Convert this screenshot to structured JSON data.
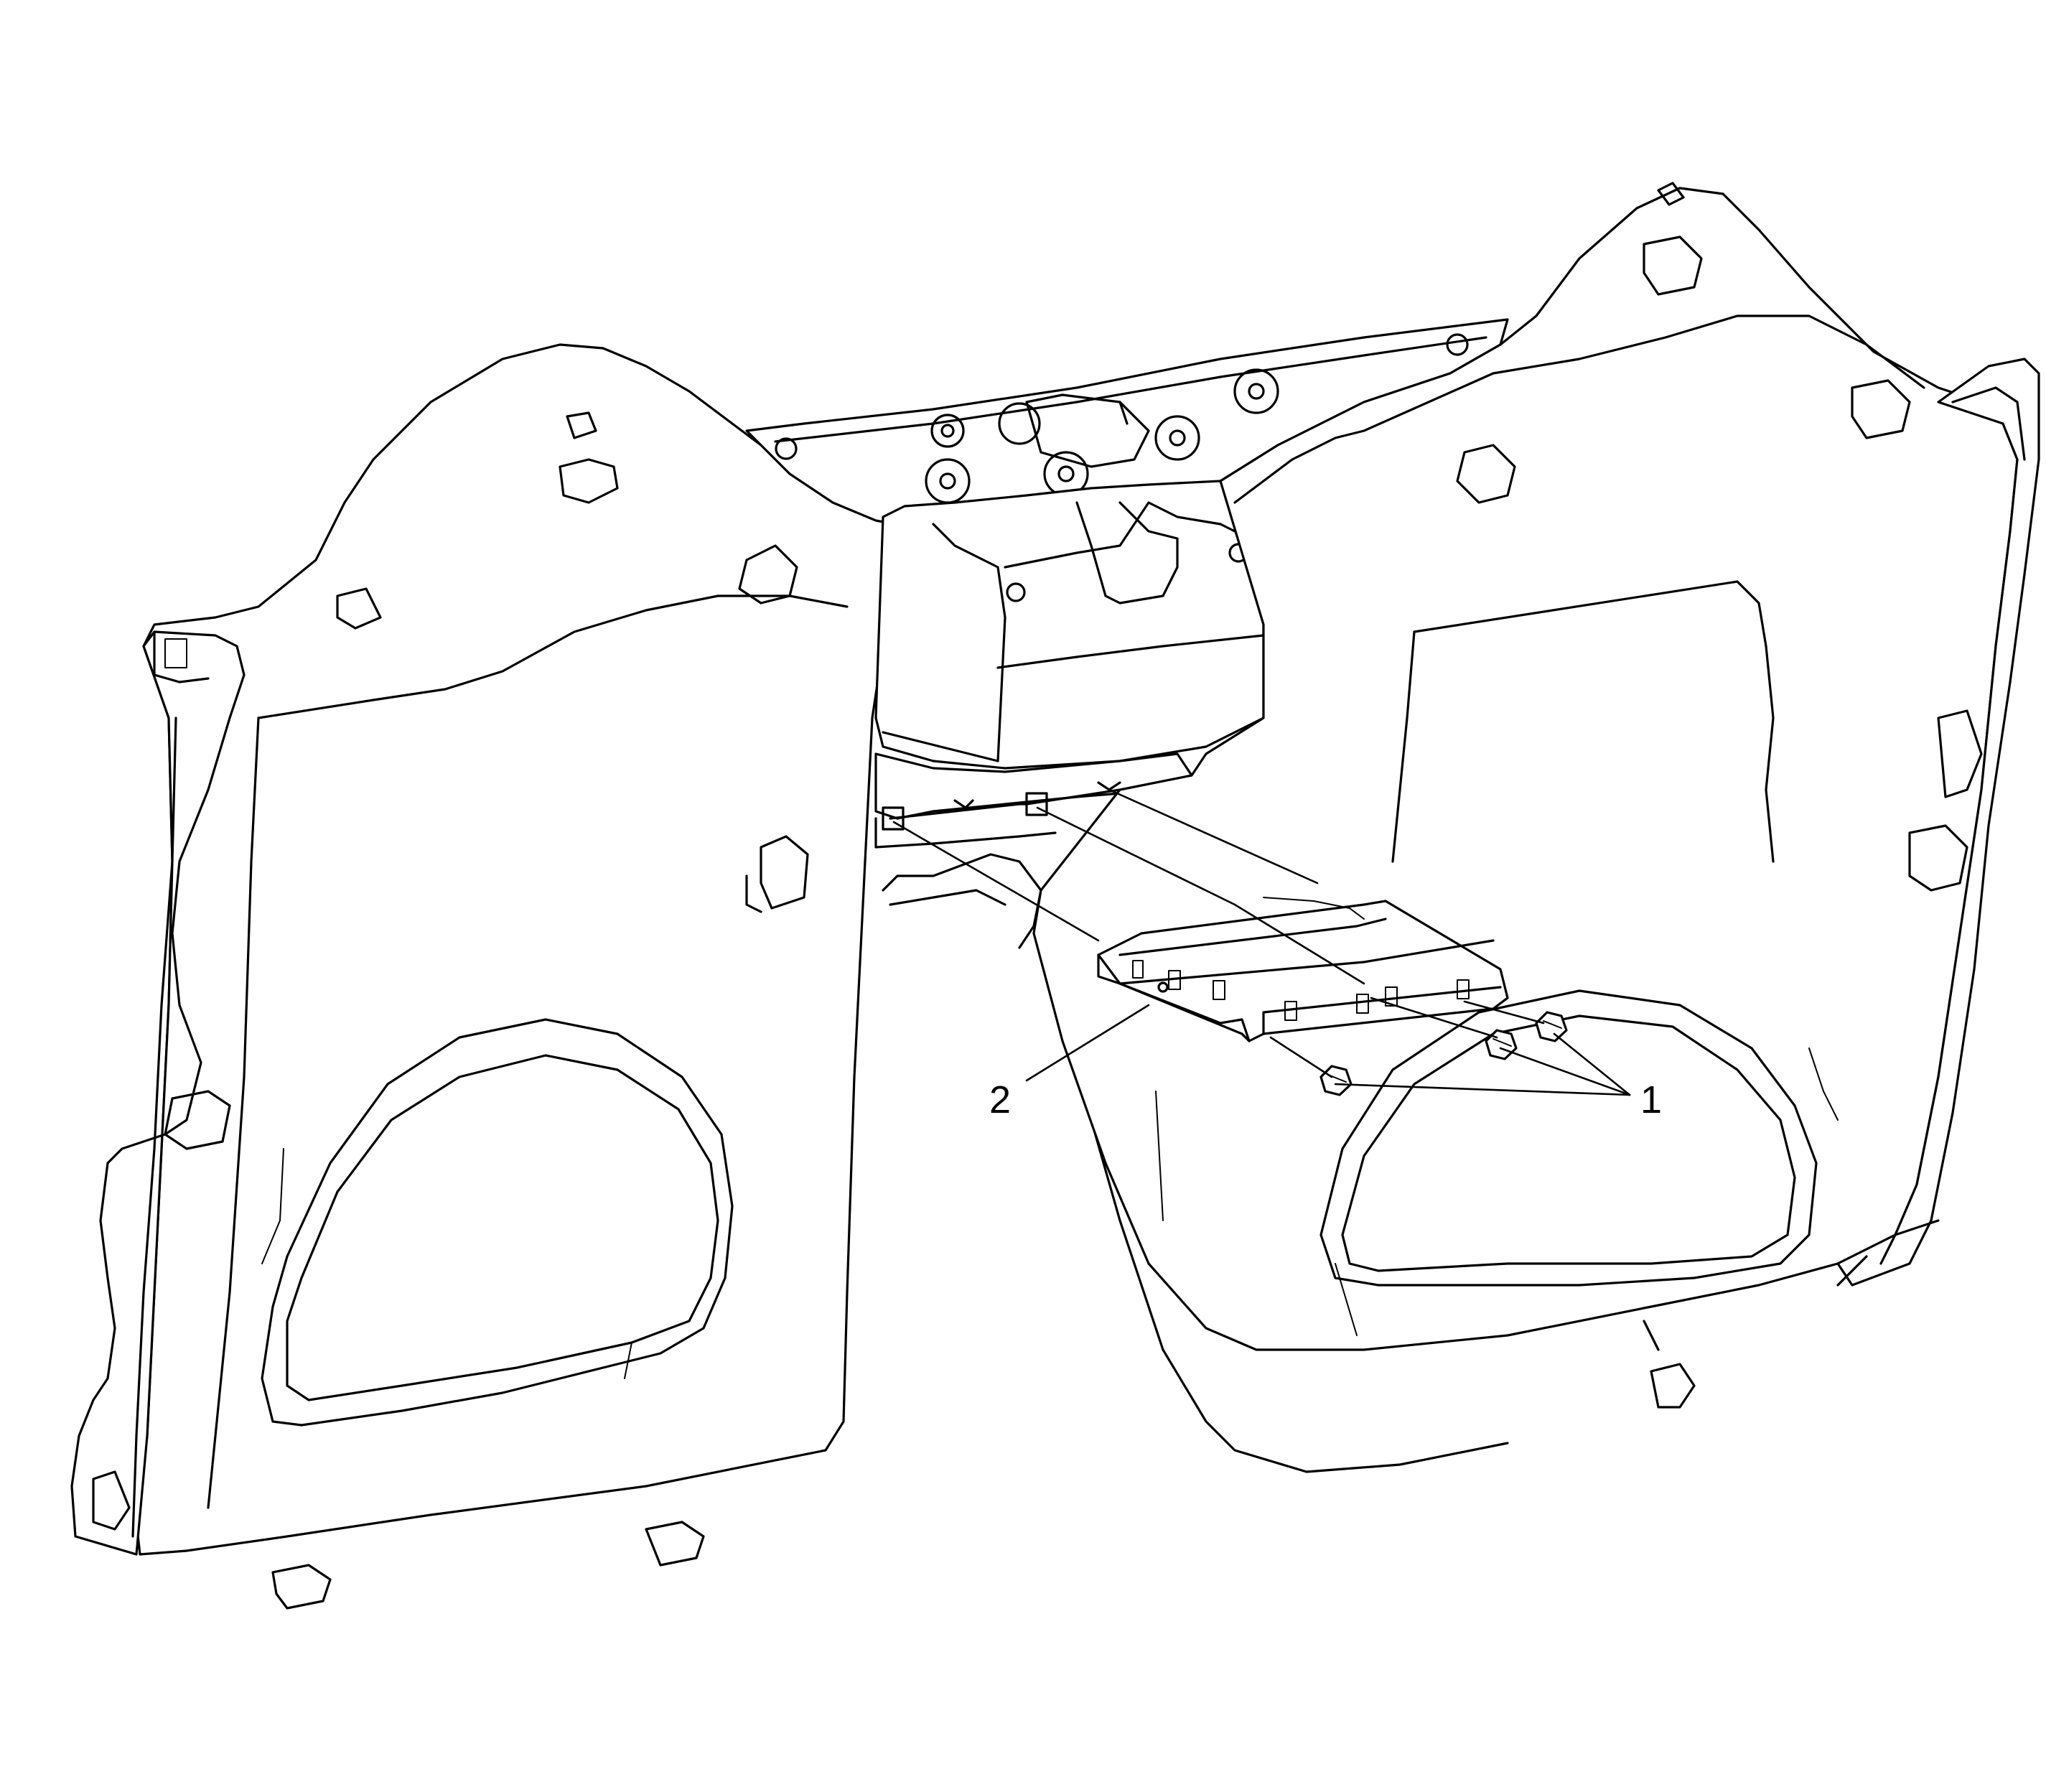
{
  "callouts": [
    {
      "id": "1",
      "label": "1",
      "part": "bolts"
    },
    {
      "id": "2",
      "label": "2",
      "part": "module"
    }
  ],
  "colors": {
    "line": "#000000",
    "background": "#ffffff"
  }
}
